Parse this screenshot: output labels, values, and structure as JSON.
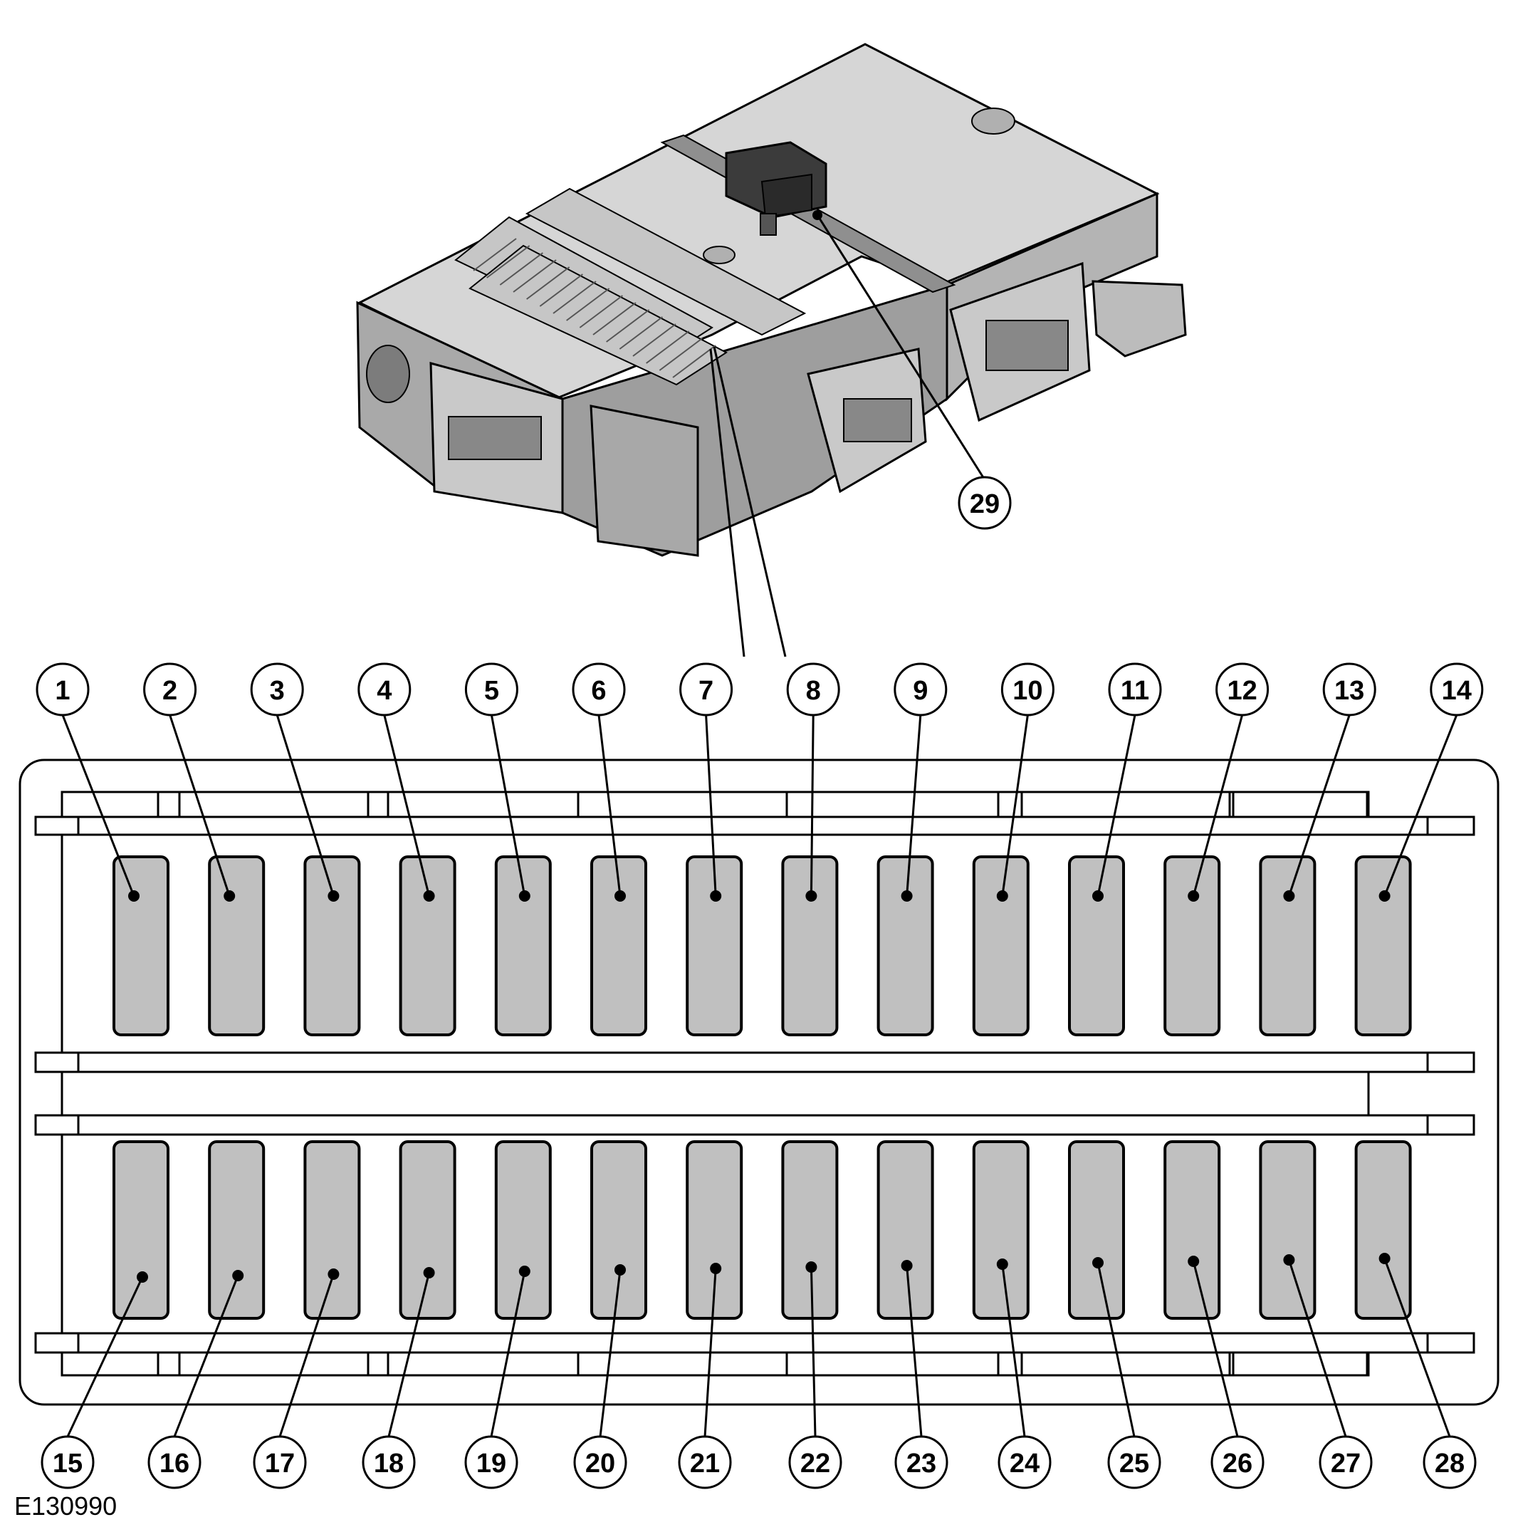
{
  "figure_id": "E130990",
  "module": {
    "callout_29": "29",
    "callouts_top_pointer": [
      "7",
      "8"
    ]
  },
  "fuse_panel": {
    "top_row": [
      "1",
      "2",
      "3",
      "4",
      "5",
      "6",
      "7",
      "8",
      "9",
      "10",
      "11",
      "12",
      "13",
      "14"
    ],
    "bottom_row": [
      "15",
      "16",
      "17",
      "18",
      "19",
      "20",
      "21",
      "22",
      "23",
      "24",
      "25",
      "26",
      "27",
      "28"
    ]
  },
  "colors": {
    "fuse_fill": "#c0c0c0",
    "module_fill": "#bdbdbd",
    "outline": "#000000",
    "callout_fill": "#ffffff"
  }
}
